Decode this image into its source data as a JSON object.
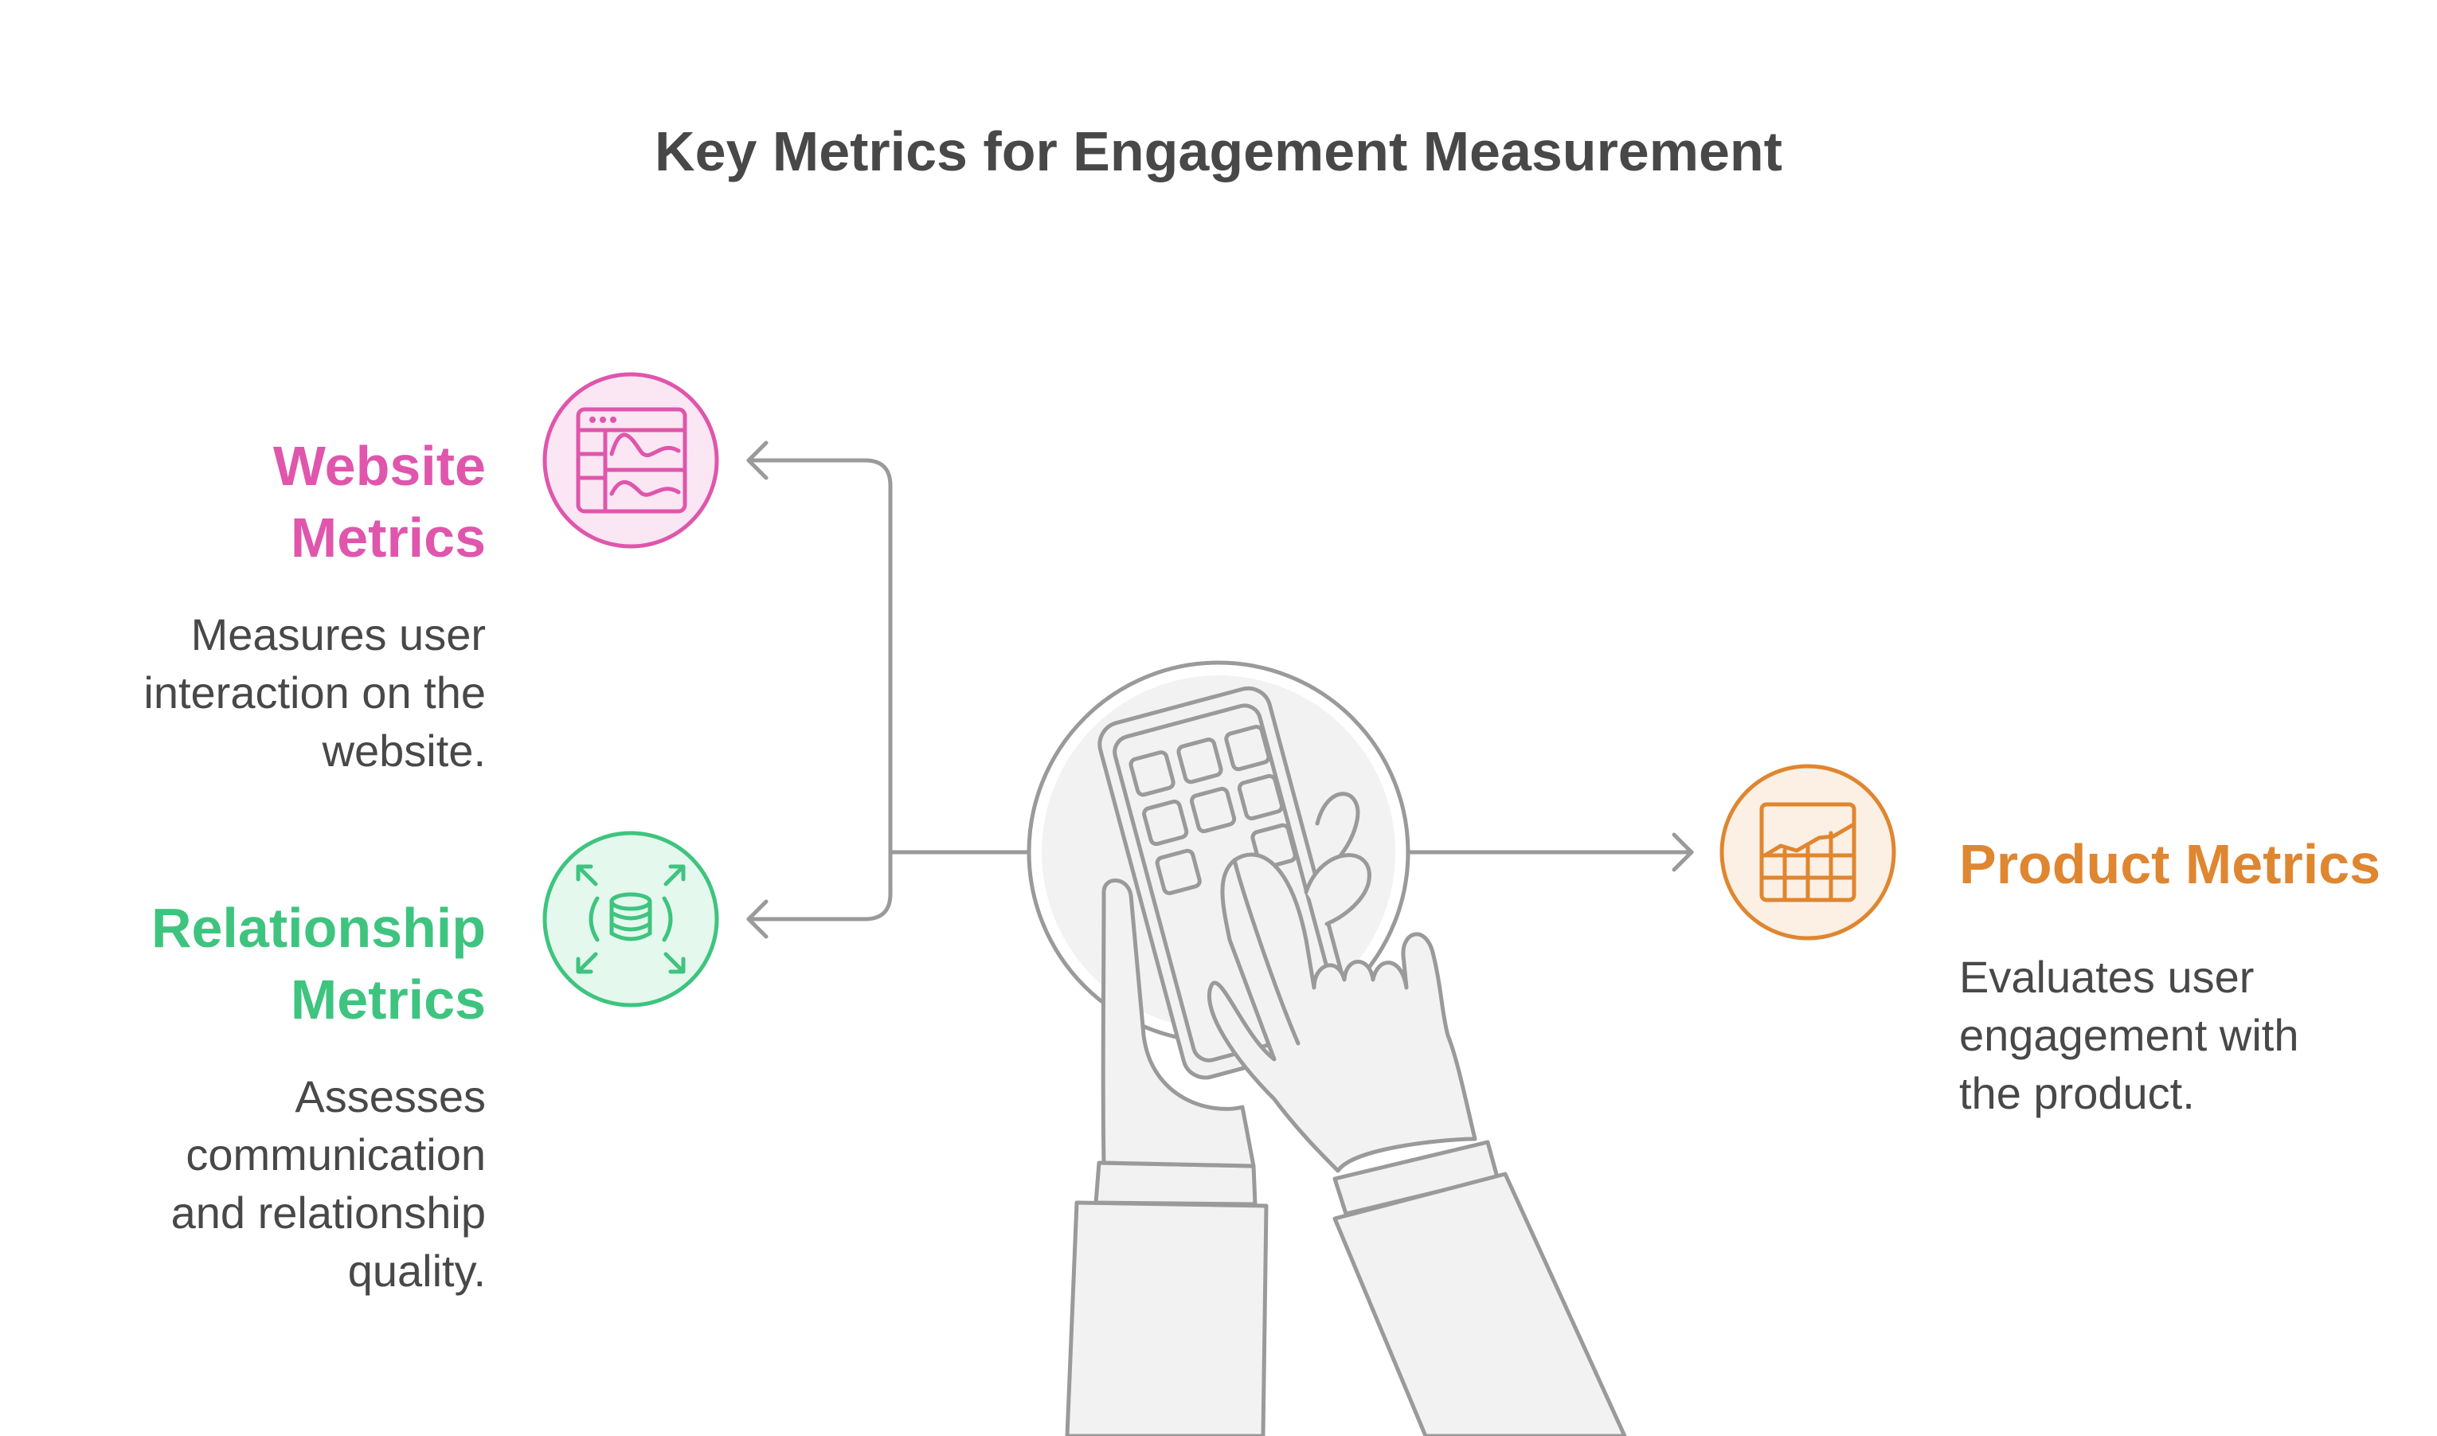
{
  "title": "Key Metrics for Engagement Measurement",
  "colors": {
    "website": "#df56ac",
    "relationship": "#3ec47f",
    "product": "#df8630",
    "connector": "#9a9a9a",
    "text": "#484848"
  },
  "metrics": {
    "website": {
      "label_line1": "Website",
      "label_line2": "Metrics",
      "desc_line1": "Measures user",
      "desc_line2": "interaction on the",
      "desc_line3": "website.",
      "icon": "browser-chart-icon"
    },
    "relationship": {
      "label_line1": "Relationship",
      "label_line2": "Metrics",
      "desc_line1": "Assesses",
      "desc_line2": "communication",
      "desc_line3": "and relationship",
      "desc_line4": "quality.",
      "icon": "database-expand-icon"
    },
    "product": {
      "label": "Product Metrics",
      "desc_line1": "Evaluates user",
      "desc_line2": "engagement with",
      "desc_line3": "the product.",
      "icon": "grid-chart-icon"
    }
  },
  "center_icon": "hands-phone-icon"
}
